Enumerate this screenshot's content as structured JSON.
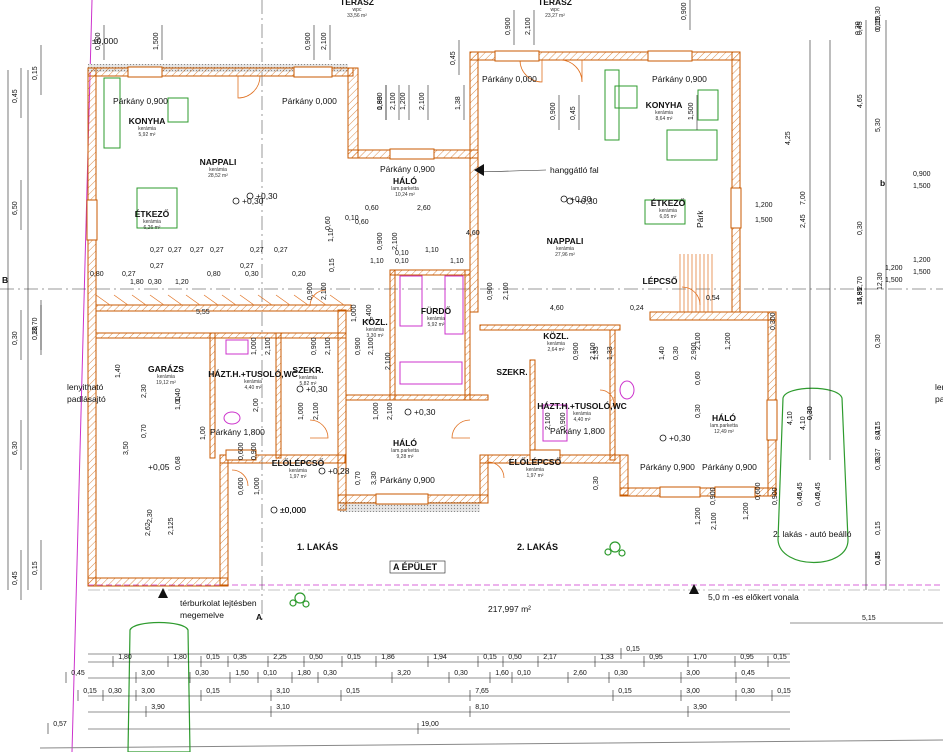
{
  "colors": {
    "wall": "#e8a060",
    "wallEdge": "#c85a00",
    "dim": "#222222",
    "fixture": "#cc33cc",
    "green": "#2e9b2e",
    "door": "#e07020",
    "boundary": "#cc33cc"
  },
  "rooms": [
    {
      "id": "terasz-l",
      "name": "TERASZ",
      "sub": "wpc",
      "area": "33,56 m²"
    },
    {
      "id": "terasz-r",
      "name": "TERASZ",
      "sub": "wpc",
      "area": "23,27 m²"
    },
    {
      "id": "konyha-l",
      "name": "KONYHA",
      "sub": "kerámia",
      "area": "5,92 m²"
    },
    {
      "id": "nappali-l",
      "name": "NAPPALI",
      "sub": "kerámia",
      "area": "28,52 m²"
    },
    {
      "id": "etkezo-l",
      "name": "ÉTKEZŐ",
      "sub": "kerámia",
      "area": "6,26 m²"
    },
    {
      "id": "halo-t",
      "name": "HÁLÓ",
      "sub": "lam.parketta",
      "area": "10,24 m²"
    },
    {
      "id": "konyha-r",
      "name": "KONYHA",
      "sub": "kerámia",
      "area": "8,64 m²"
    },
    {
      "id": "etkezo-r",
      "name": "ÉTKEZŐ",
      "sub": "kerámia",
      "area": "6,05 m²"
    },
    {
      "id": "nappali-r",
      "name": "NAPPALI",
      "sub": "kerámia",
      "area": "27,96 m²"
    },
    {
      "id": "furdo",
      "name": "FÜRDŐ",
      "sub": "kerámia",
      "area": "5,92 m²"
    },
    {
      "id": "kozl-l",
      "name": "KÖZL.",
      "sub": "kerámia",
      "area": "3,30 m²"
    },
    {
      "id": "kozl-r",
      "name": "KÖZL.",
      "sub": "kerámia",
      "area": "2,64 m²"
    },
    {
      "id": "garazs",
      "name": "GARÁZS",
      "sub": "kerámia",
      "area": "19,12 m²"
    },
    {
      "id": "hazt-l",
      "name": "HÁZT.H.+TUSOLÓ,WC",
      "sub": "kerámia",
      "area": "4,40 m²"
    },
    {
      "id": "szekr-l",
      "name": "SZEKR.",
      "sub": "kerámia",
      "area": "5,82 m²"
    },
    {
      "id": "szekr-r",
      "name": "SZEKR.",
      "sub": "",
      "area": ""
    },
    {
      "id": "hazt-r",
      "name": "HÁZT.H.+TUSOLÓ,WC",
      "sub": "kerámia",
      "area": "4,40 m²"
    },
    {
      "id": "halo-m",
      "name": "HÁLÓ",
      "sub": "lam.parketta",
      "area": "9,28 m²"
    },
    {
      "id": "halo-r",
      "name": "HÁLÓ",
      "sub": "lam.parketta",
      "area": "12,49 m²"
    },
    {
      "id": "elo-l",
      "name": "ELŐLÉPCSŐ",
      "sub": "kerámia",
      "area": "1,97 m²"
    },
    {
      "id": "elo-r",
      "name": "ELŐLÉPCSŐ",
      "sub": "kerámia",
      "area": "1,97 m²"
    },
    {
      "id": "lepcso",
      "name": "LÉPCSŐ",
      "sub": "",
      "area": ""
    }
  ],
  "parapets": {
    "konyha_l": "Párkány 0,900",
    "nappali_top": "Párkány 0,000",
    "halo_t": "Párkány 0,900",
    "r_top1": "Párkány 0,000",
    "konyha_r": "Párkány 0,900",
    "garazs": "Párkány 1,800",
    "halo_m": "Párkány 0,900",
    "hazt_r": "Párkány 1,800",
    "halo_r1": "Párkány 0,900",
    "halo_r2": "Párkány 0,900",
    "etk_r": "Párk"
  },
  "notes": {
    "hanggato": "hanggátló fal",
    "lakas1": "1. LAKÁS",
    "lakas2": "2. LAKÁS",
    "epulet": "A ÉPÜLET",
    "lenyithato": "lenyitható",
    "padlas": "padlásajtó",
    "terburkolat": "térburkolat lejtésben",
    "megemelve": "megemelve",
    "parcel": "217,997 m²",
    "elokert": "5,0 m -es előkert vonala",
    "auto": "2. lakás - autó beálló",
    "lev_b": "+0,05",
    "b_label": "B",
    "b_small": "b",
    "a_label": "A",
    "lev_0": "±0,000",
    "lev_top": "±0,000",
    "ler": "ler",
    "pad": "pad"
  },
  "levels": [
    "+0,30",
    "+0,30",
    "+0,30",
    "+0,30",
    "+0,30",
    "+0,30",
    "+0,30",
    "+0,28",
    "±0,000"
  ],
  "dims": {
    "top": [
      "0,900",
      "1,500",
      "0,900",
      "2,100",
      "0,900",
      "2,100",
      "1,83",
      "1,200",
      "2,100",
      "1,38",
      "0,45",
      "0,900",
      "2,100",
      "0,900",
      "0,45",
      "0,900",
      "1,500"
    ],
    "mid": [
      "0,60",
      "2,60",
      "0,10",
      "0,60",
      "0,10",
      "1,10",
      "0,10",
      "1,10",
      "1,10",
      "4,60",
      "0,27",
      "0,27",
      "0,27",
      "0,27",
      "0,27",
      "0,27",
      "0,27",
      "0,27",
      "0,80",
      "0,27",
      "0,80",
      "0,30",
      "5,55",
      "1,80",
      "0,30",
      "1,20",
      "0,20",
      "4,60",
      "0,24",
      "0,54",
      "1,200",
      "1,500",
      "1,200",
      "1,500"
    ],
    "inner": [
      "0,900",
      "2,100",
      "0,900",
      "2,100",
      "0,900",
      "2,100",
      "0,900",
      "2,100",
      "0,900",
      "2,100",
      "1,000",
      "2,100",
      "1,000",
      "2,100",
      "0,60",
      "1,10",
      "0,15",
      "1,000",
      "1,400",
      "2,100",
      "1,40",
      "2,30",
      "0,70",
      "1,40",
      "1,00",
      "0,68",
      "2,00",
      "1,00",
      "1,000",
      "2,100",
      "0,600",
      "1,000",
      "0,600",
      "0,900",
      "2,100",
      "0,900",
      "0,900",
      "2,100",
      "1,33",
      "1,33",
      "0,70",
      "3,30",
      "0,30",
      "1,40",
      "0,30",
      "2,900",
      "2,62",
      "2,125",
      "2,30",
      "3,50",
      "0,60",
      "0,30",
      "1,200",
      "2,100",
      "1,200",
      "2,100",
      "0,900",
      "0,600",
      "0,900",
      "1,200",
      "0,45",
      "0,45",
      "0,45",
      "0,45",
      "0,30",
      "0,30",
      "4,10",
      "4,10"
    ],
    "left": [
      "0,45",
      "0,15",
      "6,50",
      "13,70",
      "0,30",
      "6,30",
      "0,45",
      "0,15",
      "0,30"
    ],
    "right": [
      "0,30",
      "0,45",
      "0,15",
      "4,65",
      "5,30",
      "4,25",
      "7,00",
      "2,45",
      "0,30",
      "2,70",
      "15,87",
      "14,95",
      "12,30",
      "0,30",
      "8,47",
      "6,37",
      "0,15",
      "0,30",
      "0,45",
      "0,15",
      "0,30",
      "0,15",
      "0,15",
      "0,300",
      "0,900",
      "1,500",
      "1,200",
      "1,500"
    ],
    "row1": [
      "1,80",
      "1,80",
      "0,15",
      "0,35",
      "2,25",
      "0,50",
      "0,15",
      "1,86",
      "1,94",
      "0,15",
      "0,50",
      "2,17",
      "1,33",
      "0,95",
      "1,70",
      "0,95",
      "0,15"
    ],
    "row1b": [
      "0,15"
    ],
    "row2": [
      "0,45",
      "3,00",
      "0,30",
      "1,50",
      "0,10",
      "1,80",
      "0,30",
      "3,20",
      "0,30",
      "1,60",
      "0,10",
      "2,60",
      "0,30",
      "3,00",
      "0,45"
    ],
    "row3": [
      "0,15",
      "0,30",
      "3,00",
      "0,15",
      "3,10",
      "0,15",
      "7,65",
      "0,15",
      "3,00",
      "0,30",
      "0,15"
    ],
    "row4": [
      "3,90",
      "3,10",
      "8,10",
      "3,90"
    ],
    "row5": [
      "0,57",
      "19,00"
    ],
    "side": [
      "5,15"
    ]
  },
  "icons": [
    "plant-icon",
    "plant-icon",
    "car-icon",
    "car-icon",
    "north-arrow-icon"
  ]
}
